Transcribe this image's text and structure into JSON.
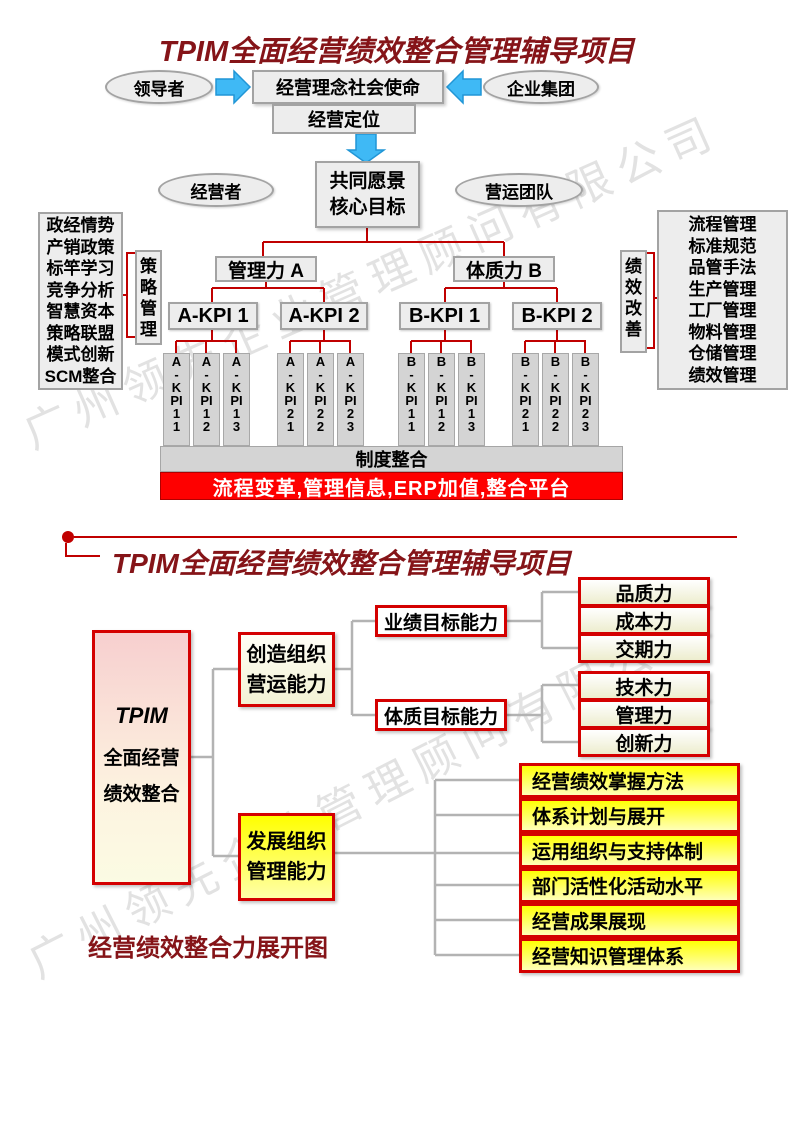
{
  "watermark": "广州领先企业管理顾问有限公司",
  "colors": {
    "title_red": "#851418",
    "line_red": "#c00000",
    "box_border_red": "#d40000",
    "bar_red": "#fe0000",
    "arrow_blue": "#3fb9f5",
    "gray_fill": "#ededed",
    "connector_gray": "#b3b3b3"
  },
  "top": {
    "title": "TPIM全面经营绩效整合管理辅导项目",
    "leader": "领导者",
    "enterprise_group": "企业集团",
    "mission": "经营理念社会使命",
    "positioning": "经营定位",
    "vision": "共同愿景\n核心目标",
    "operator": "经营者",
    "ops_team": "营运团队",
    "mgmt_a": "管理力 A",
    "fitness_b": "体质力 B",
    "strategy_mgmt": "策略管理",
    "perf_improve": "绩效改善",
    "left_list": "政经情势\n产销政策\n标竿学习\n竞争分析\n智慧资本\n策略联盟\n模式创新\nSCM整合",
    "right_list": "流程管理\n标准规范\n品管手法\n生产管理\n工厂管理\n物料管理\n仓储管理\n绩效管理",
    "kpi_headers": [
      "A-KPI 1",
      "A-KPI 2",
      "B-KPI 1",
      "B-KPI 2"
    ],
    "kpi_strips": [
      "A-KPI11",
      "A-KPI12",
      "A-KPI13",
      "A-KPI21",
      "A-KPI22",
      "A-KPI23",
      "B-KPI11",
      "B-KPI12",
      "B-KPI13",
      "B-KPI21",
      "B-KPI22",
      "B-KPI23"
    ],
    "system_bar": "制度整合",
    "platform_bar": "流程变革,管理信息,ERP加值,整合平台"
  },
  "bottom": {
    "title": "TPIM全面经营绩效整合管理辅导项目",
    "tpim_name": "TPIM",
    "tpim_sub": "全面经营\n绩效整合",
    "create_org": "创造组织\n营运能力",
    "develop_org": "发展组织\n管理能力",
    "perf_goal": "业绩目标能力",
    "fitness_goal": "体质目标能力",
    "perf_items": [
      "品质力",
      "成本力",
      "交期力"
    ],
    "fitness_items": [
      "技术力",
      "管理力",
      "创新力"
    ],
    "develop_items": [
      "经营绩效掌握方法",
      "体系计划与展开",
      "运用组织与支持体制",
      "部门活性化活动水平",
      "经营成果展现",
      "经营知识管理体系"
    ],
    "caption": "经营绩效整合力展开图"
  }
}
